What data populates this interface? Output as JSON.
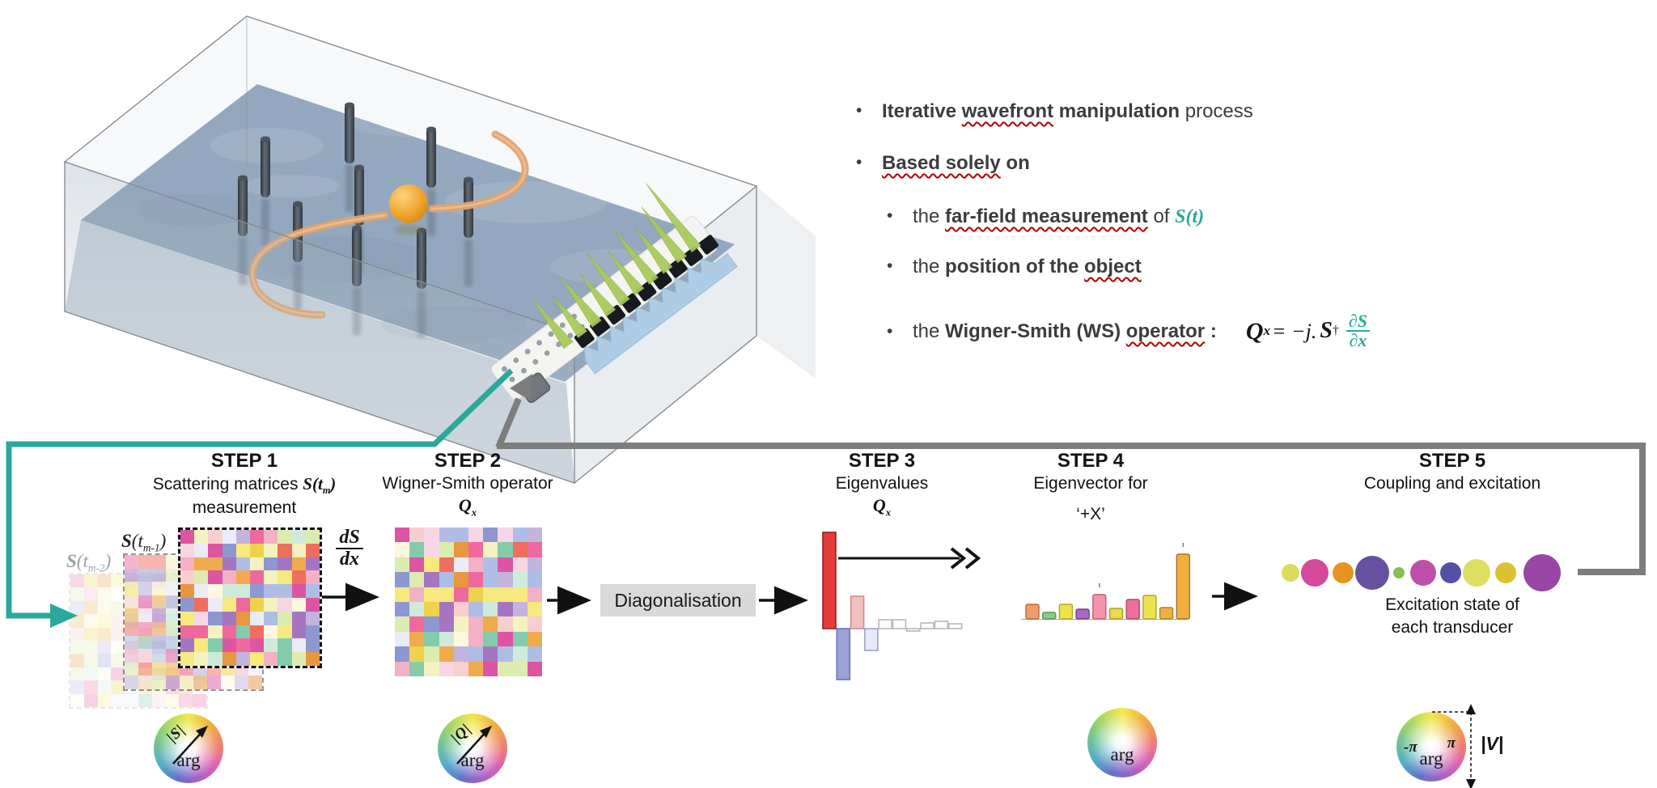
{
  "colors": {
    "teal": "#2aa89c",
    "connector_gray": "#7d7d7d",
    "text_dark": "#3c3c3c",
    "black": "#141414",
    "squiggle_red": "#b00000",
    "diag_box_bg": "#d9d9d9",
    "water": "#93a8be",
    "object_orange": "#efa42e"
  },
  "bullets": {
    "marker": "•",
    "item1": {
      "pre_bold": "Iterative ",
      "squiggle_bold": "wavefront",
      "mid_bold": " manipulation",
      "rest": " process"
    },
    "item2": {
      "squiggle_bold": "Based solely",
      "rest_bold": " on"
    },
    "sub1": {
      "pre": "the ",
      "squiggle_bold": "far-field measurement",
      "mid": " of ",
      "math": "S(t)"
    },
    "sub2": {
      "pre": "the ",
      "bold": "position of the ",
      "squiggle_bold": "object"
    },
    "sub3": {
      "pre": "the ",
      "bold": "Wigner-Smith (WS) ",
      "squiggle_bold": "operator",
      "colon": " :"
    },
    "formula": {
      "Q": "Q",
      "Q_sub": "x",
      "mid": "= −j. ",
      "S": "S",
      "dagger": "†",
      "num": "∂S",
      "den": "∂x"
    }
  },
  "steps": [
    {
      "title": "STEP 1",
      "line2_pre": "Scattering matrices ",
      "line2_math": "S(t",
      "line2_sub": "m",
      "line2_close": ")",
      "line3": "measurement"
    },
    {
      "title": "STEP 2",
      "line2": "Wigner-Smith operator",
      "op": "Q",
      "op_sub": "x"
    },
    {
      "title": "STEP 3",
      "line2": "Eigenvalues",
      "op": "Q",
      "op_sub": "x"
    },
    {
      "title": "STEP 4",
      "line2": "Eigenvector for",
      "line3": "‘+X’"
    },
    {
      "title": "STEP 5",
      "line2": "Coupling and excitation",
      "caption1": "Excitation state of",
      "caption2": "each transducer"
    }
  ],
  "labels": {
    "diagonalisation": "Diagonalisation",
    "derivative_num": "dS",
    "derivative_den": "dx",
    "matrix_m1": {
      "S": "S",
      "open": "(t",
      "sub": "m-1",
      "close": ")"
    },
    "matrix_m2": {
      "S": "S",
      "open": "(t",
      "sub": "m-2",
      "close": ")"
    }
  },
  "matrices": {
    "grid": 10,
    "palette": [
      "#f6e97e",
      "#efd24b",
      "#8d97d0",
      "#ef6e5e",
      "#ee6a9e",
      "#dd55a2",
      "#a675c2",
      "#c3b4dd",
      "#f4f2be",
      "#fdf8de",
      "#cfeada",
      "#83ccab",
      "#f0ab4e",
      "#f7d6e4",
      "#afbde6",
      "#ecebf8",
      "#f8cfcf",
      "#dcebb0",
      "#f2b1c5",
      "#e8973f"
    ],
    "layers": [
      {
        "name": "S_tm2",
        "opacity": 0.26,
        "seed": 9
      },
      {
        "name": "S_tm1",
        "opacity": 0.5,
        "seed": 21
      },
      {
        "name": "S_tm",
        "opacity": 1,
        "seed": 57
      },
      {
        "name": "Qx",
        "opacity": 1,
        "seed": 83
      }
    ]
  },
  "chart_data": [
    {
      "type": "bar",
      "name": "eigenvalues-of-Qx",
      "title": "Eigenvalues of Qx",
      "values": [
        119,
        -63,
        40,
        -27,
        11,
        11,
        -3,
        7,
        9,
        6
      ],
      "fills": [
        "#e23b3b",
        "#9aa2d8",
        "#f2c0c0",
        "#e6e9f6",
        "#fcfcfc",
        "#fcfcfc",
        "#fcfcfc",
        "#fcfcfc",
        "#fcfcfc",
        "#fcfcfc"
      ],
      "strokes": [
        "#9c1f1f",
        "#6a73bb",
        "#c98f8f",
        "#9aa2c8",
        "#b8b8b8",
        "#b8b8b8",
        "#b8b8b8",
        "#b8b8b8",
        "#b8b8b8",
        "#b8b8b8"
      ]
    },
    {
      "type": "bar",
      "name": "eigenvector-for-plus-x",
      "title": "Eigenvector for +X",
      "values": [
        18,
        8,
        18,
        12,
        30,
        13,
        24,
        29,
        14,
        80
      ],
      "fills": [
        "#f09a6e",
        "#8cc98c",
        "#ece24e",
        "#a868c2",
        "#f493a9",
        "#ecd94e",
        "#ee6f97",
        "#ede34e",
        "#eeb042",
        "#efae3e"
      ],
      "strokes": [
        "#b56a3e",
        "#4f9a4f",
        "#b0a626",
        "#7a3f96",
        "#c2607c",
        "#b09d26",
        "#bb4468",
        "#b0a626",
        "#bb7d22",
        "#a87020"
      ]
    },
    {
      "type": "bubble",
      "name": "excitation-states",
      "title": "Excitation state of each transducer",
      "radii": [
        11,
        17,
        13,
        21,
        7,
        16,
        13,
        17,
        13,
        23
      ],
      "fills": [
        "#dcdc5c",
        "#d6489c",
        "#e6941e",
        "#6650a0",
        "#84c050",
        "#bc50a8",
        "#5450a8",
        "#dede60",
        "#dcc233",
        "#9a46a6"
      ]
    }
  ],
  "wheels": [
    {
      "mag": "|S|",
      "arg": "arg"
    },
    {
      "mag": "|Q|",
      "arg": "arg"
    },
    {
      "arg": "arg"
    },
    {
      "arg": "arg",
      "neg_pi": "-π",
      "pos_pi": "π",
      "magnitude": "|V|"
    }
  ]
}
